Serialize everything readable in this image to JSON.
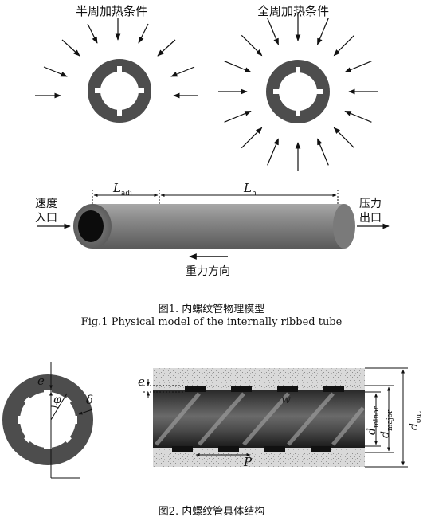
{
  "figure1": {
    "half_heating_label": "半周加热条件",
    "full_heating_label": "全周加热条件",
    "velocity_inlet": [
      "速度",
      "入口"
    ],
    "pressure_outlet": [
      "压力",
      "出口"
    ],
    "l_adi_main": "L",
    "l_adi_sub": "adi",
    "l_h_main": "L",
    "l_h_sub": "h",
    "gravity_label": "重力方向",
    "caption_cn": "图1. 内螺纹管物理模型",
    "caption_en": "Fig.1 Physical model of the internally ribbed tube"
  },
  "figure2": {
    "e_label": "e",
    "phi_label": "φ",
    "delta_label": "δ",
    "w_label": "w",
    "p_label": "P",
    "d_minor_main": "d",
    "d_minor_sub": "minor",
    "d_major_main": "d",
    "d_major_sub": "major",
    "d_out_main": "d",
    "d_out_sub": "out",
    "caption_cn": "图2. 内螺纹管具体结构"
  },
  "colors": {
    "tube_dark": "#4a4a4a",
    "tube_gray": "#8c8c8c",
    "arrow": "#111111"
  }
}
